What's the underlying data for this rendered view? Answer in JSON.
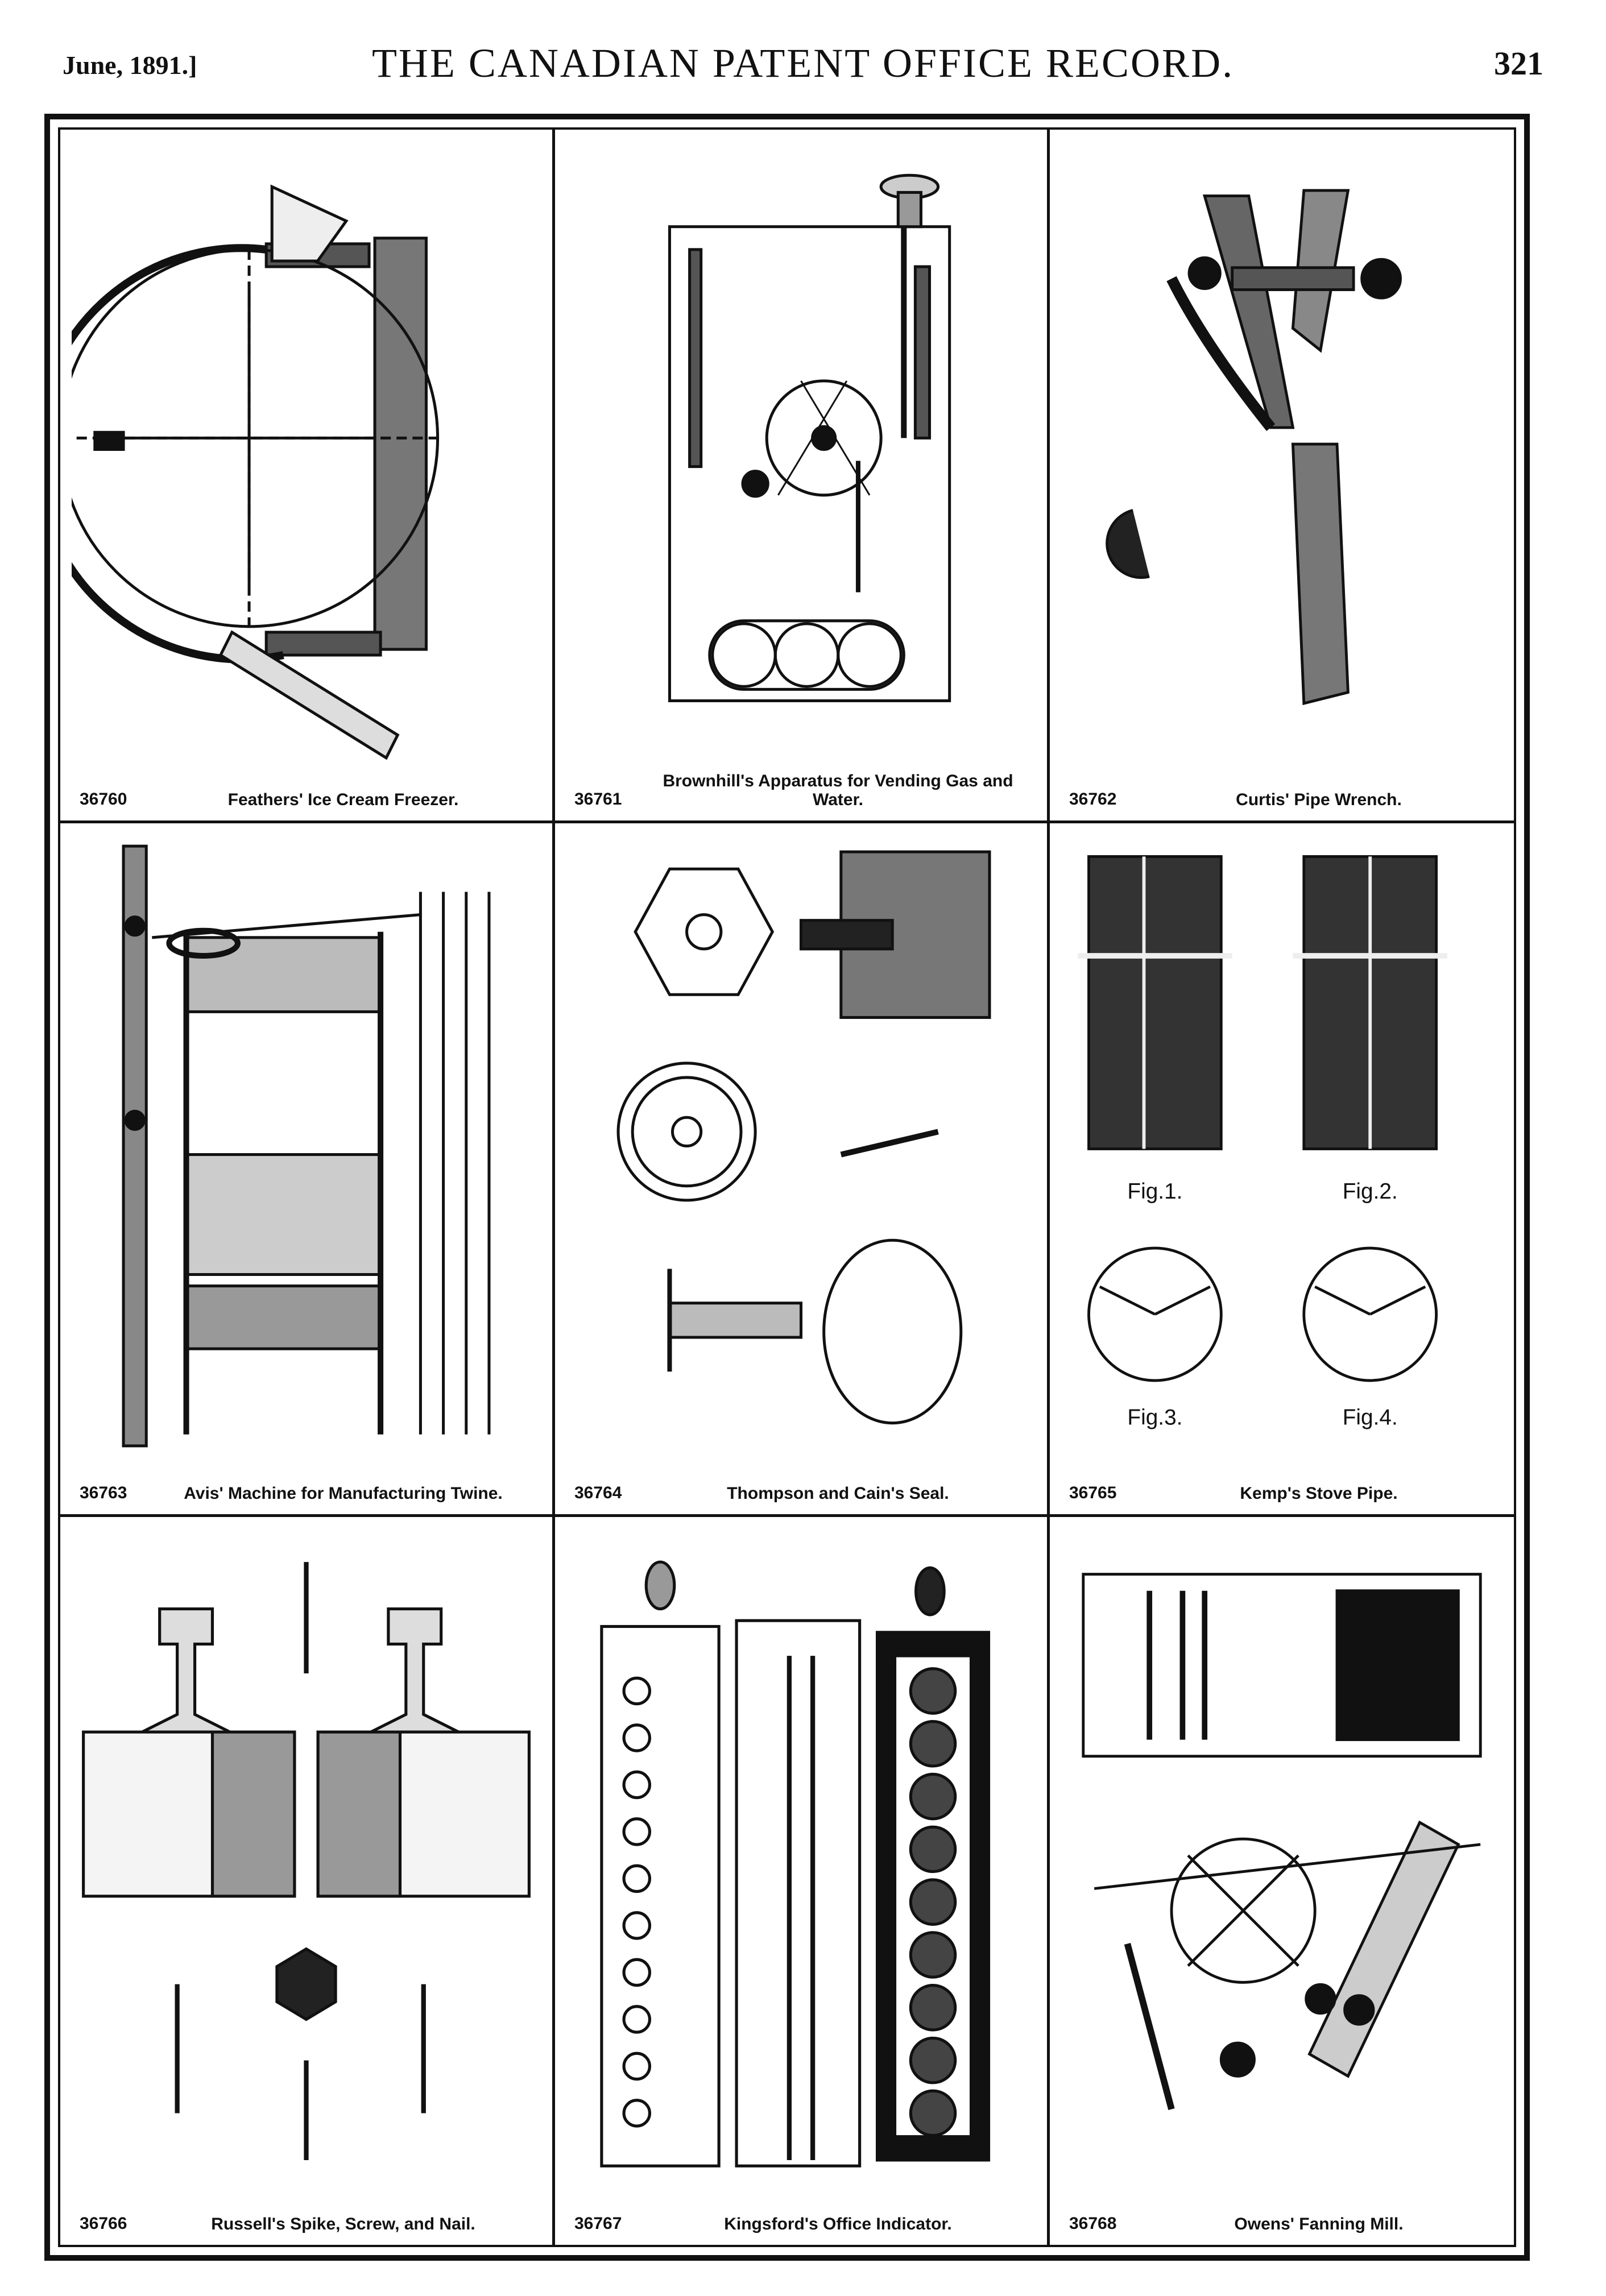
{
  "header": {
    "date": "June, 1891.]",
    "title": "THE CANADIAN PATENT OFFICE RECORD.",
    "page": "321"
  },
  "cells": [
    {
      "number": "36760",
      "title": "Feathers' Ice Cream Freezer."
    },
    {
      "number": "36761",
      "title": "Brownhill's Apparatus for Vending Gas and Water."
    },
    {
      "number": "36762",
      "title": "Curtis' Pipe Wrench."
    },
    {
      "number": "36763",
      "title": "Avis' Machine for Manufacturing Twine."
    },
    {
      "number": "36764",
      "title": "Thompson and Cain's Seal."
    },
    {
      "number": "36765",
      "title": "Kemp's Stove Pipe."
    },
    {
      "number": "36766",
      "title": "Russell's Spike, Screw, and Nail."
    },
    {
      "number": "36767",
      "title": "Kingsford's Office Indicator."
    },
    {
      "number": "36768",
      "title": "Owens' Fanning Mill."
    }
  ],
  "figure_labels": {
    "kemp": [
      "Fig.1.",
      "Fig.2.",
      "Fig.3.",
      "Fig.4."
    ]
  }
}
